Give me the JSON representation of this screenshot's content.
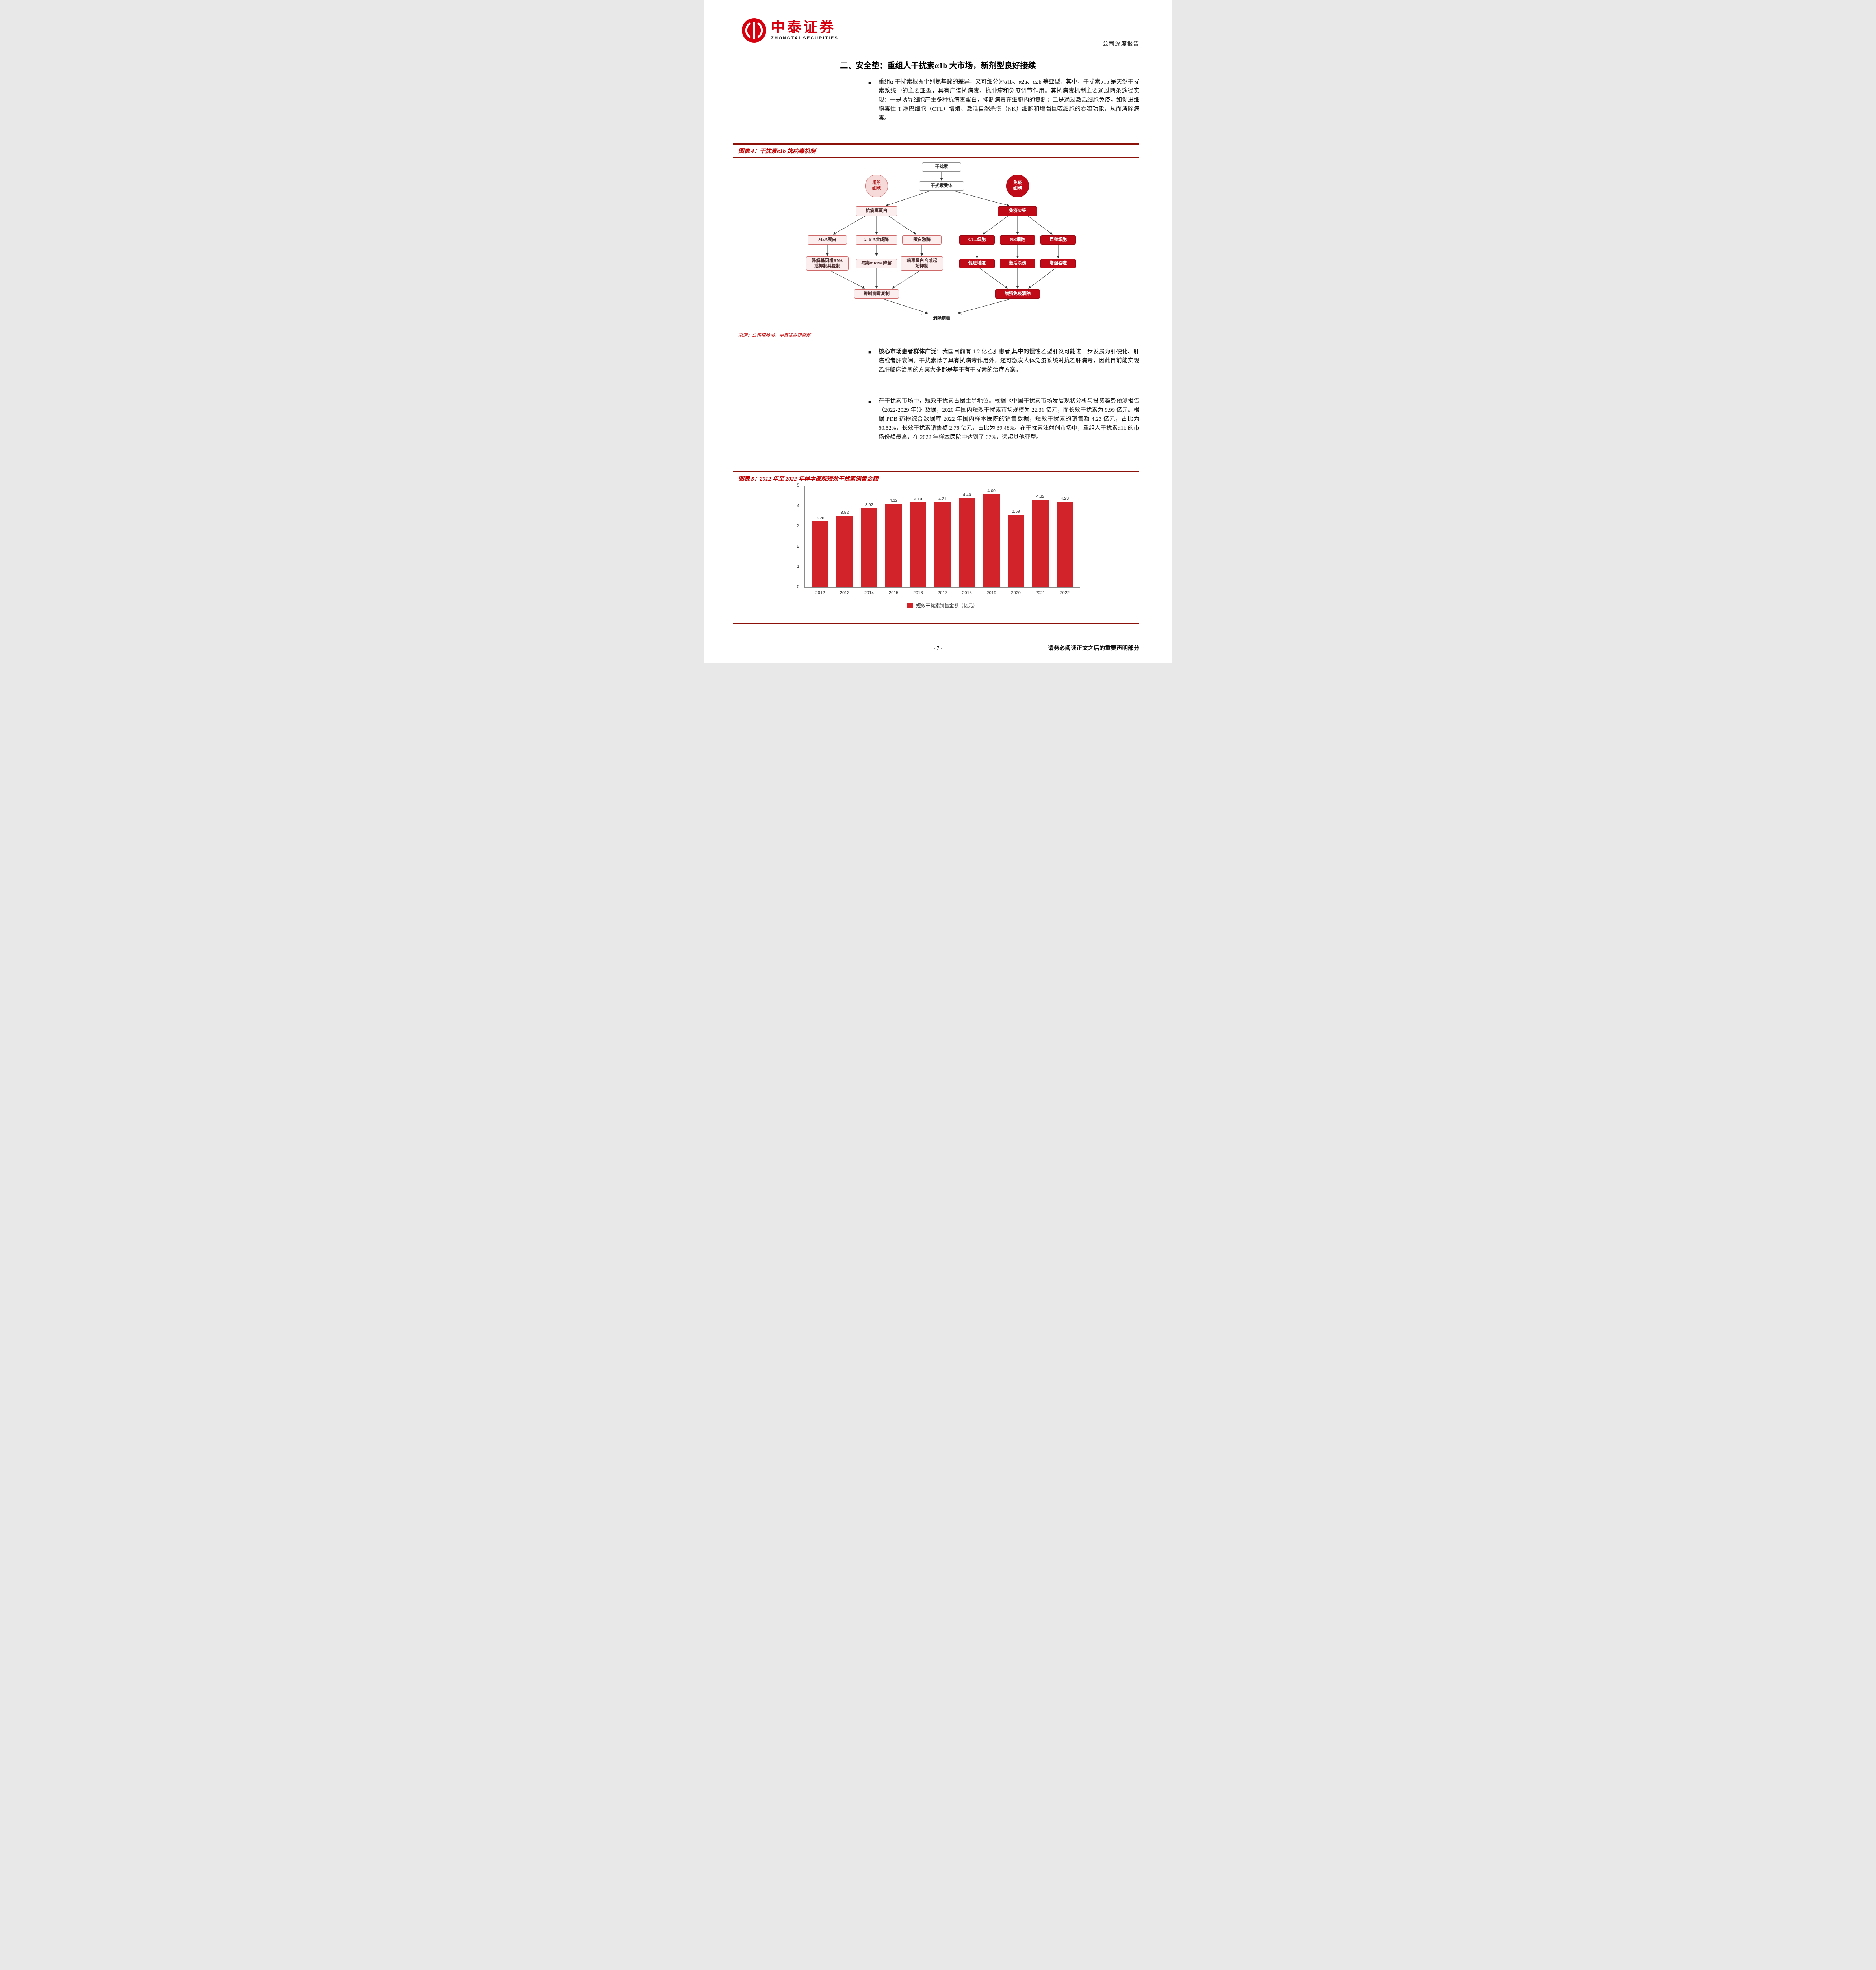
{
  "header": {
    "brand_cn": "中泰证券",
    "brand_en": "ZHONGTAI SECURITIES",
    "report_type": "公司深度报告"
  },
  "section_title": "二、安全垫：重组人干扰素α1b 大市场，新剂型良好接续",
  "paragraphs": {
    "bullet": "■",
    "p1": {
      "seg1": "重组α-干扰素根据个别氨基酸的差异，又可细分为α1b、α2a、α2b 等亚型。其中，",
      "seg2_underlined": "干扰素α1b 是天然干扰素系统中的主要亚型",
      "seg3": "，具有广谱抗病毒、抗肿瘤和免疫调节作用。其抗病毒机制主要通过两条途径实现：一是诱导细胞产生多种抗病毒蛋白，抑制病毒在细胞内的复制；二是通过激活细胞免疫，如促进细胞毒性 T 淋巴细胞（CTL）增殖、激活自然杀伤（NK）细胞和增强巨噬细胞的吞噬功能，从而清除病毒。"
    },
    "p2": {
      "lead": "核心市场患者群体广泛：",
      "body": "我国目前有 1.2 亿乙肝患者,其中的慢性乙型肝炎可能进一步发展为肝硬化、肝癌或者肝衰竭。干扰素除了具有抗病毒作用外，还可激发人体免疫系统对抗乙肝病毒，因此目前能实现乙肝临床治愈的方案大多都是基于有干扰素的治疗方案。"
    },
    "p3": {
      "body": "在干扰素市场中，短效干扰素占据主导地位。根据《中国干扰素市场发展现状分析与投资趋势预测报告（2022-2029 年）》数据，2020 年国内短效干扰素市场规模为 22.31 亿元，而长效干扰素为 9.99 亿元。根据 PDB 药物综合数据库 2022 年国内样本医院的销售数据，短效干扰素的销售额 4.23 亿元，占比为 60.52%，长效干扰素销售额 2.76 亿元，占比为 39.48%。在干扰素注射剂市场中，重组人干扰素α1b 的市场份额最高，在 2022 年样本医院中达到了 67%，远超其他亚型。"
    }
  },
  "figure4": {
    "caption": "图表 4：干扰素α1b 抗病毒机制",
    "source": "来源：公司招股书，中泰证券研究所",
    "nodes": {
      "interferon": "干扰素",
      "receptor": "干扰素受体",
      "tissue_cell": "组织\n细胞",
      "immune_cell": "免疫\n细胞",
      "antiviral_protein": "抗病毒蛋白",
      "immune_response": "免疫应答",
      "mxa": "MxA蛋白",
      "synthetase": "2'-5'A合成酶",
      "protein_kinase": "蛋白激酶",
      "ctl": "CTL细胞",
      "nk": "NK细胞",
      "macrophage": "巨噬细胞",
      "degrade_rna": "降解基因组RNA\n或抑制其复制",
      "mrna_degrade": "病毒mRNA降解",
      "synthesis_inhibit": "病毒蛋白合成起\n始抑制",
      "promote_proliferation": "促进增殖",
      "activate_killing": "激活杀伤",
      "enhance_phagocytosis": "增强吞噬",
      "inhibit_replication": "抑制病毒复制",
      "enhance_clearance": "增强免疫清除",
      "eliminate_virus": "消除病毒"
    }
  },
  "figure5": {
    "caption": "图表 5：2012 年至 2022 年样本医院短效干扰素销售金额",
    "legend": "短效干扰素销售金额（亿元）"
  },
  "chart_data": {
    "type": "bar",
    "categories": [
      "2012",
      "2013",
      "2014",
      "2015",
      "2016",
      "2017",
      "2018",
      "2019",
      "2020",
      "2021",
      "2022"
    ],
    "values": [
      3.26,
      3.52,
      3.92,
      4.12,
      4.19,
      4.21,
      4.4,
      4.6,
      3.59,
      4.32,
      4.23
    ],
    "title": "2012 年至 2022 年样本医院短效干扰素销售金额",
    "xlabel": "",
    "ylabel": "",
    "ylim": [
      0,
      5
    ],
    "yticks": [
      0,
      1,
      2,
      3,
      4,
      5
    ],
    "legend": [
      "短效干扰素销售金额（亿元）"
    ],
    "legend_position": "bottom",
    "grid": false,
    "bar_color": "#d2232a",
    "value_label_decimals": 2
  },
  "footer": {
    "page_number": "- 7 -",
    "disclaimer": "请务必阅读正文之后的重要声明部分"
  },
  "colors": {
    "brand_red": "#d7000f",
    "caption_red": "#c00000",
    "rule_maroon": "#8c1209",
    "node_red": "#c00a18"
  }
}
